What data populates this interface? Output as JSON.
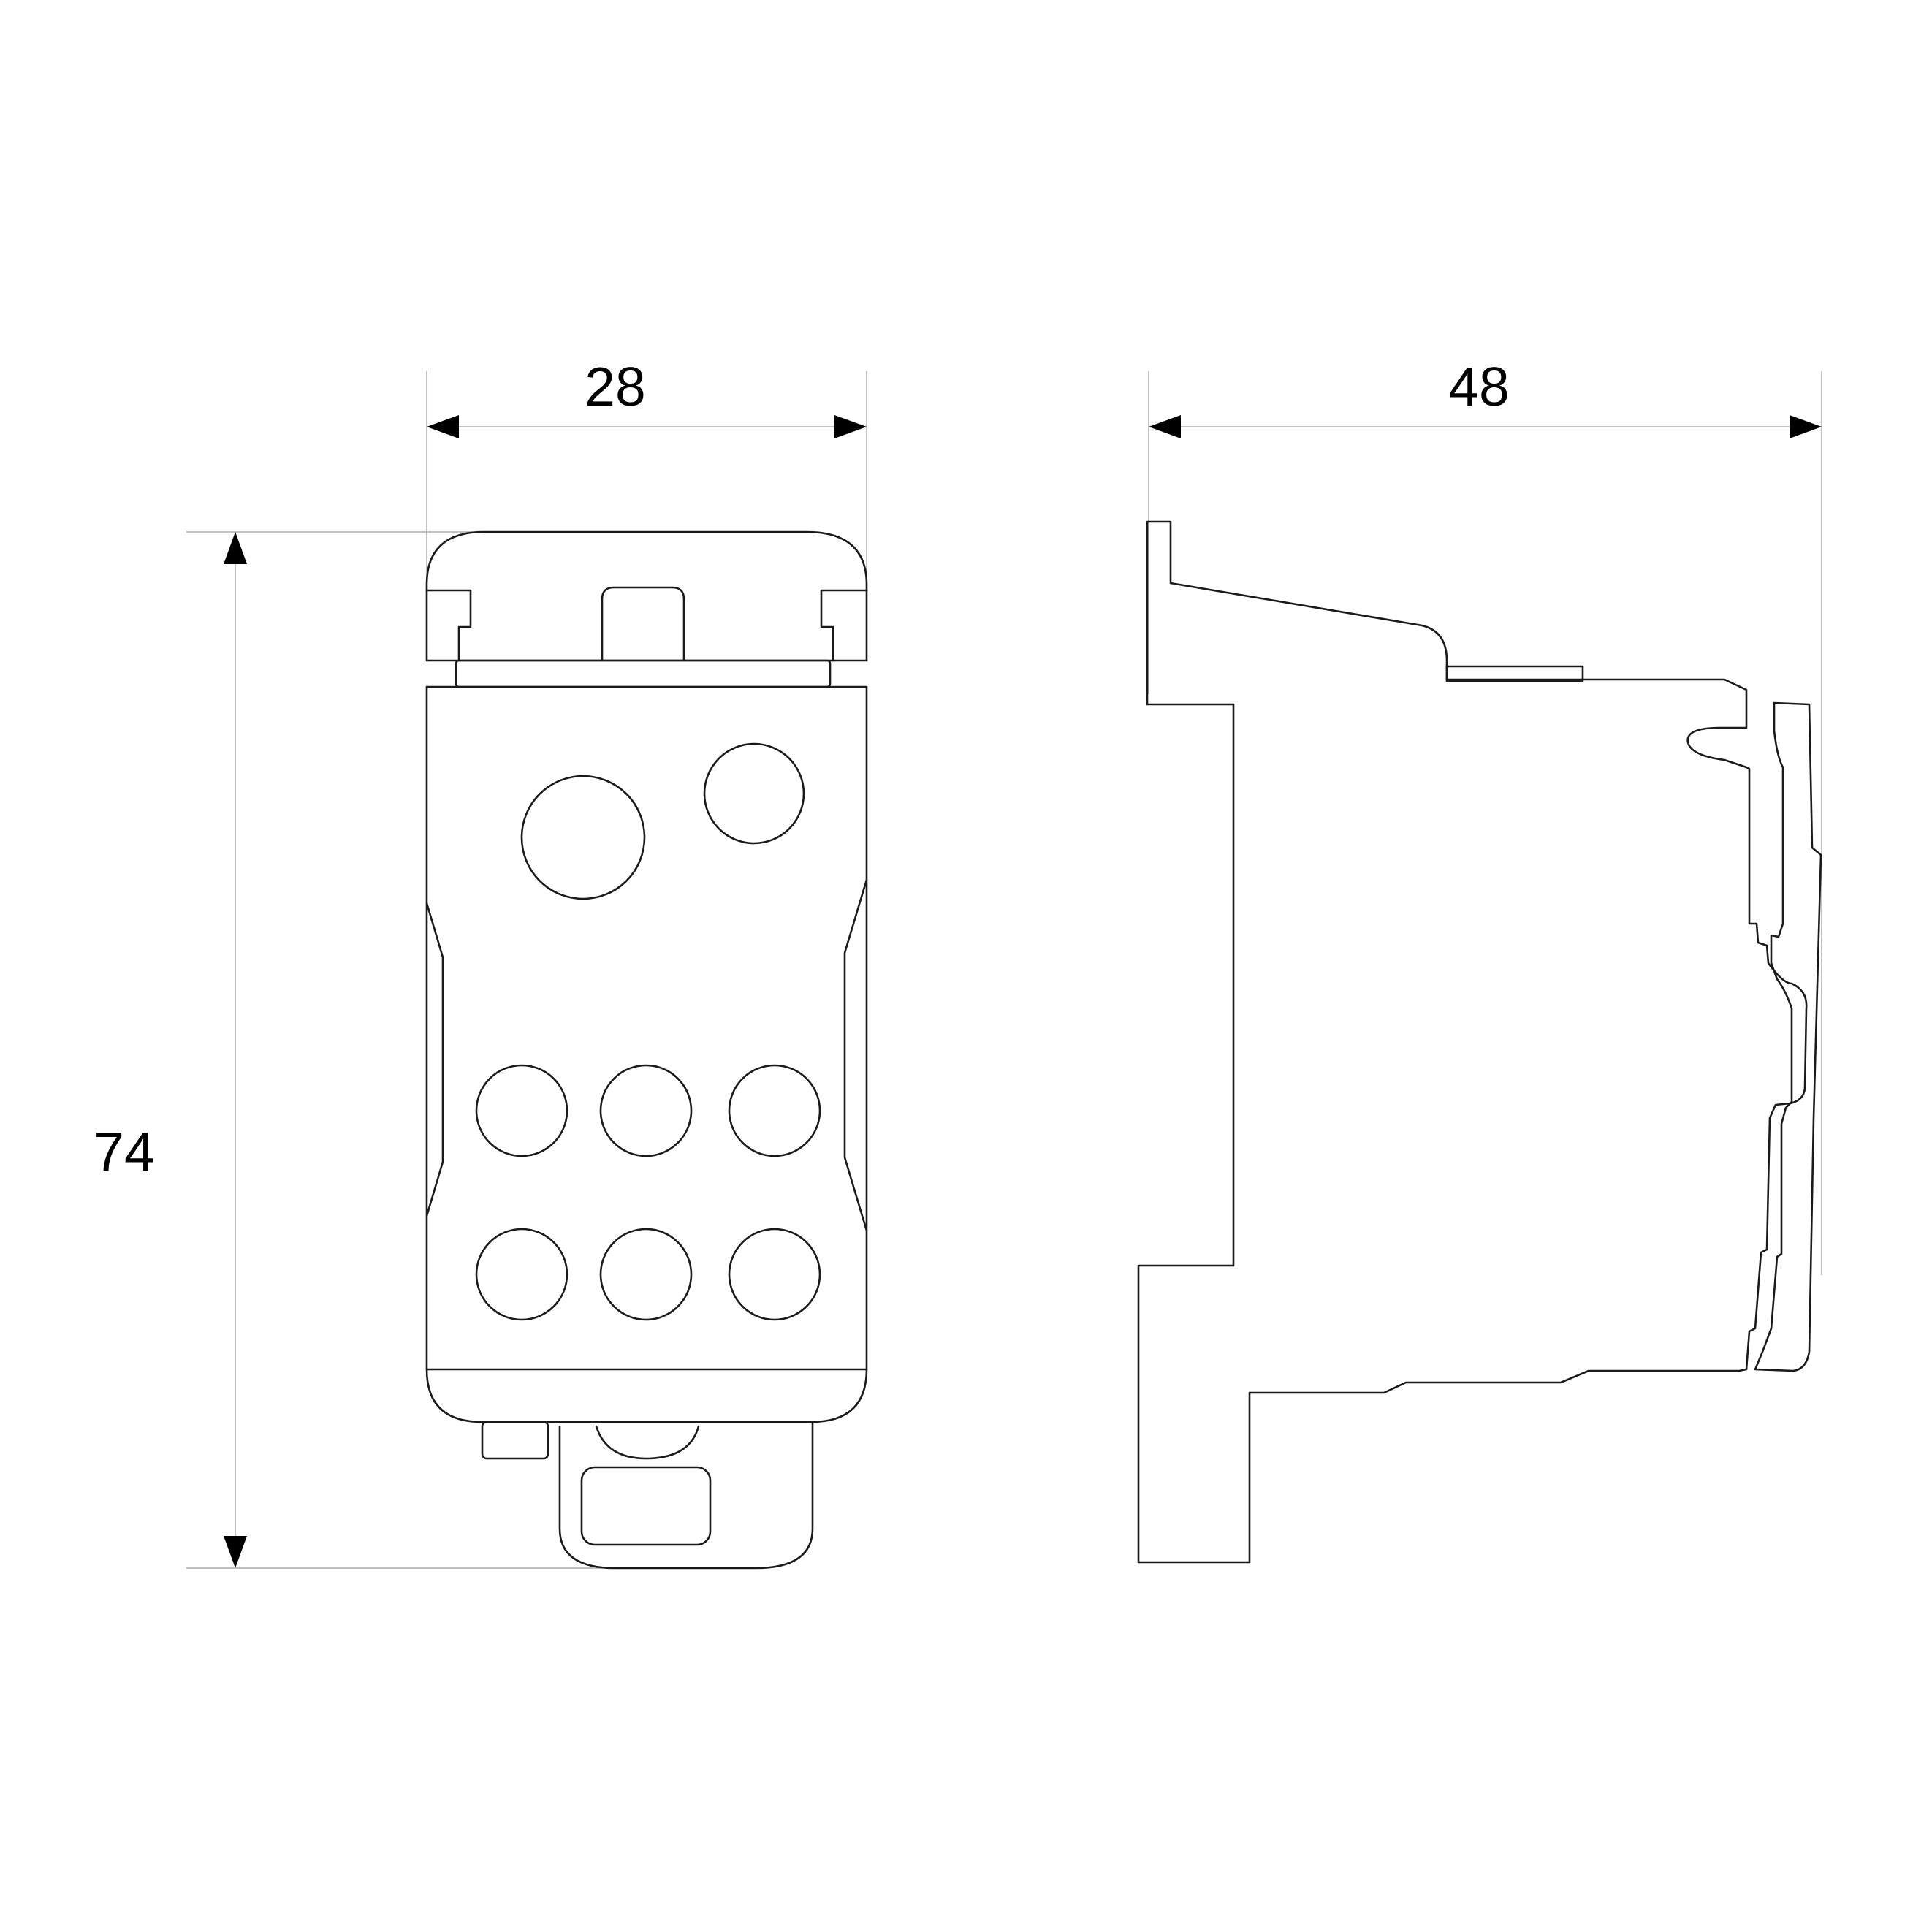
{
  "dimensions": {
    "front_width": "28",
    "side_depth": "48",
    "front_height": "74"
  },
  "colors": {
    "outline": "#1a1a1a",
    "dimension_line": "#9a9a9a",
    "arrow": "#000000"
  }
}
